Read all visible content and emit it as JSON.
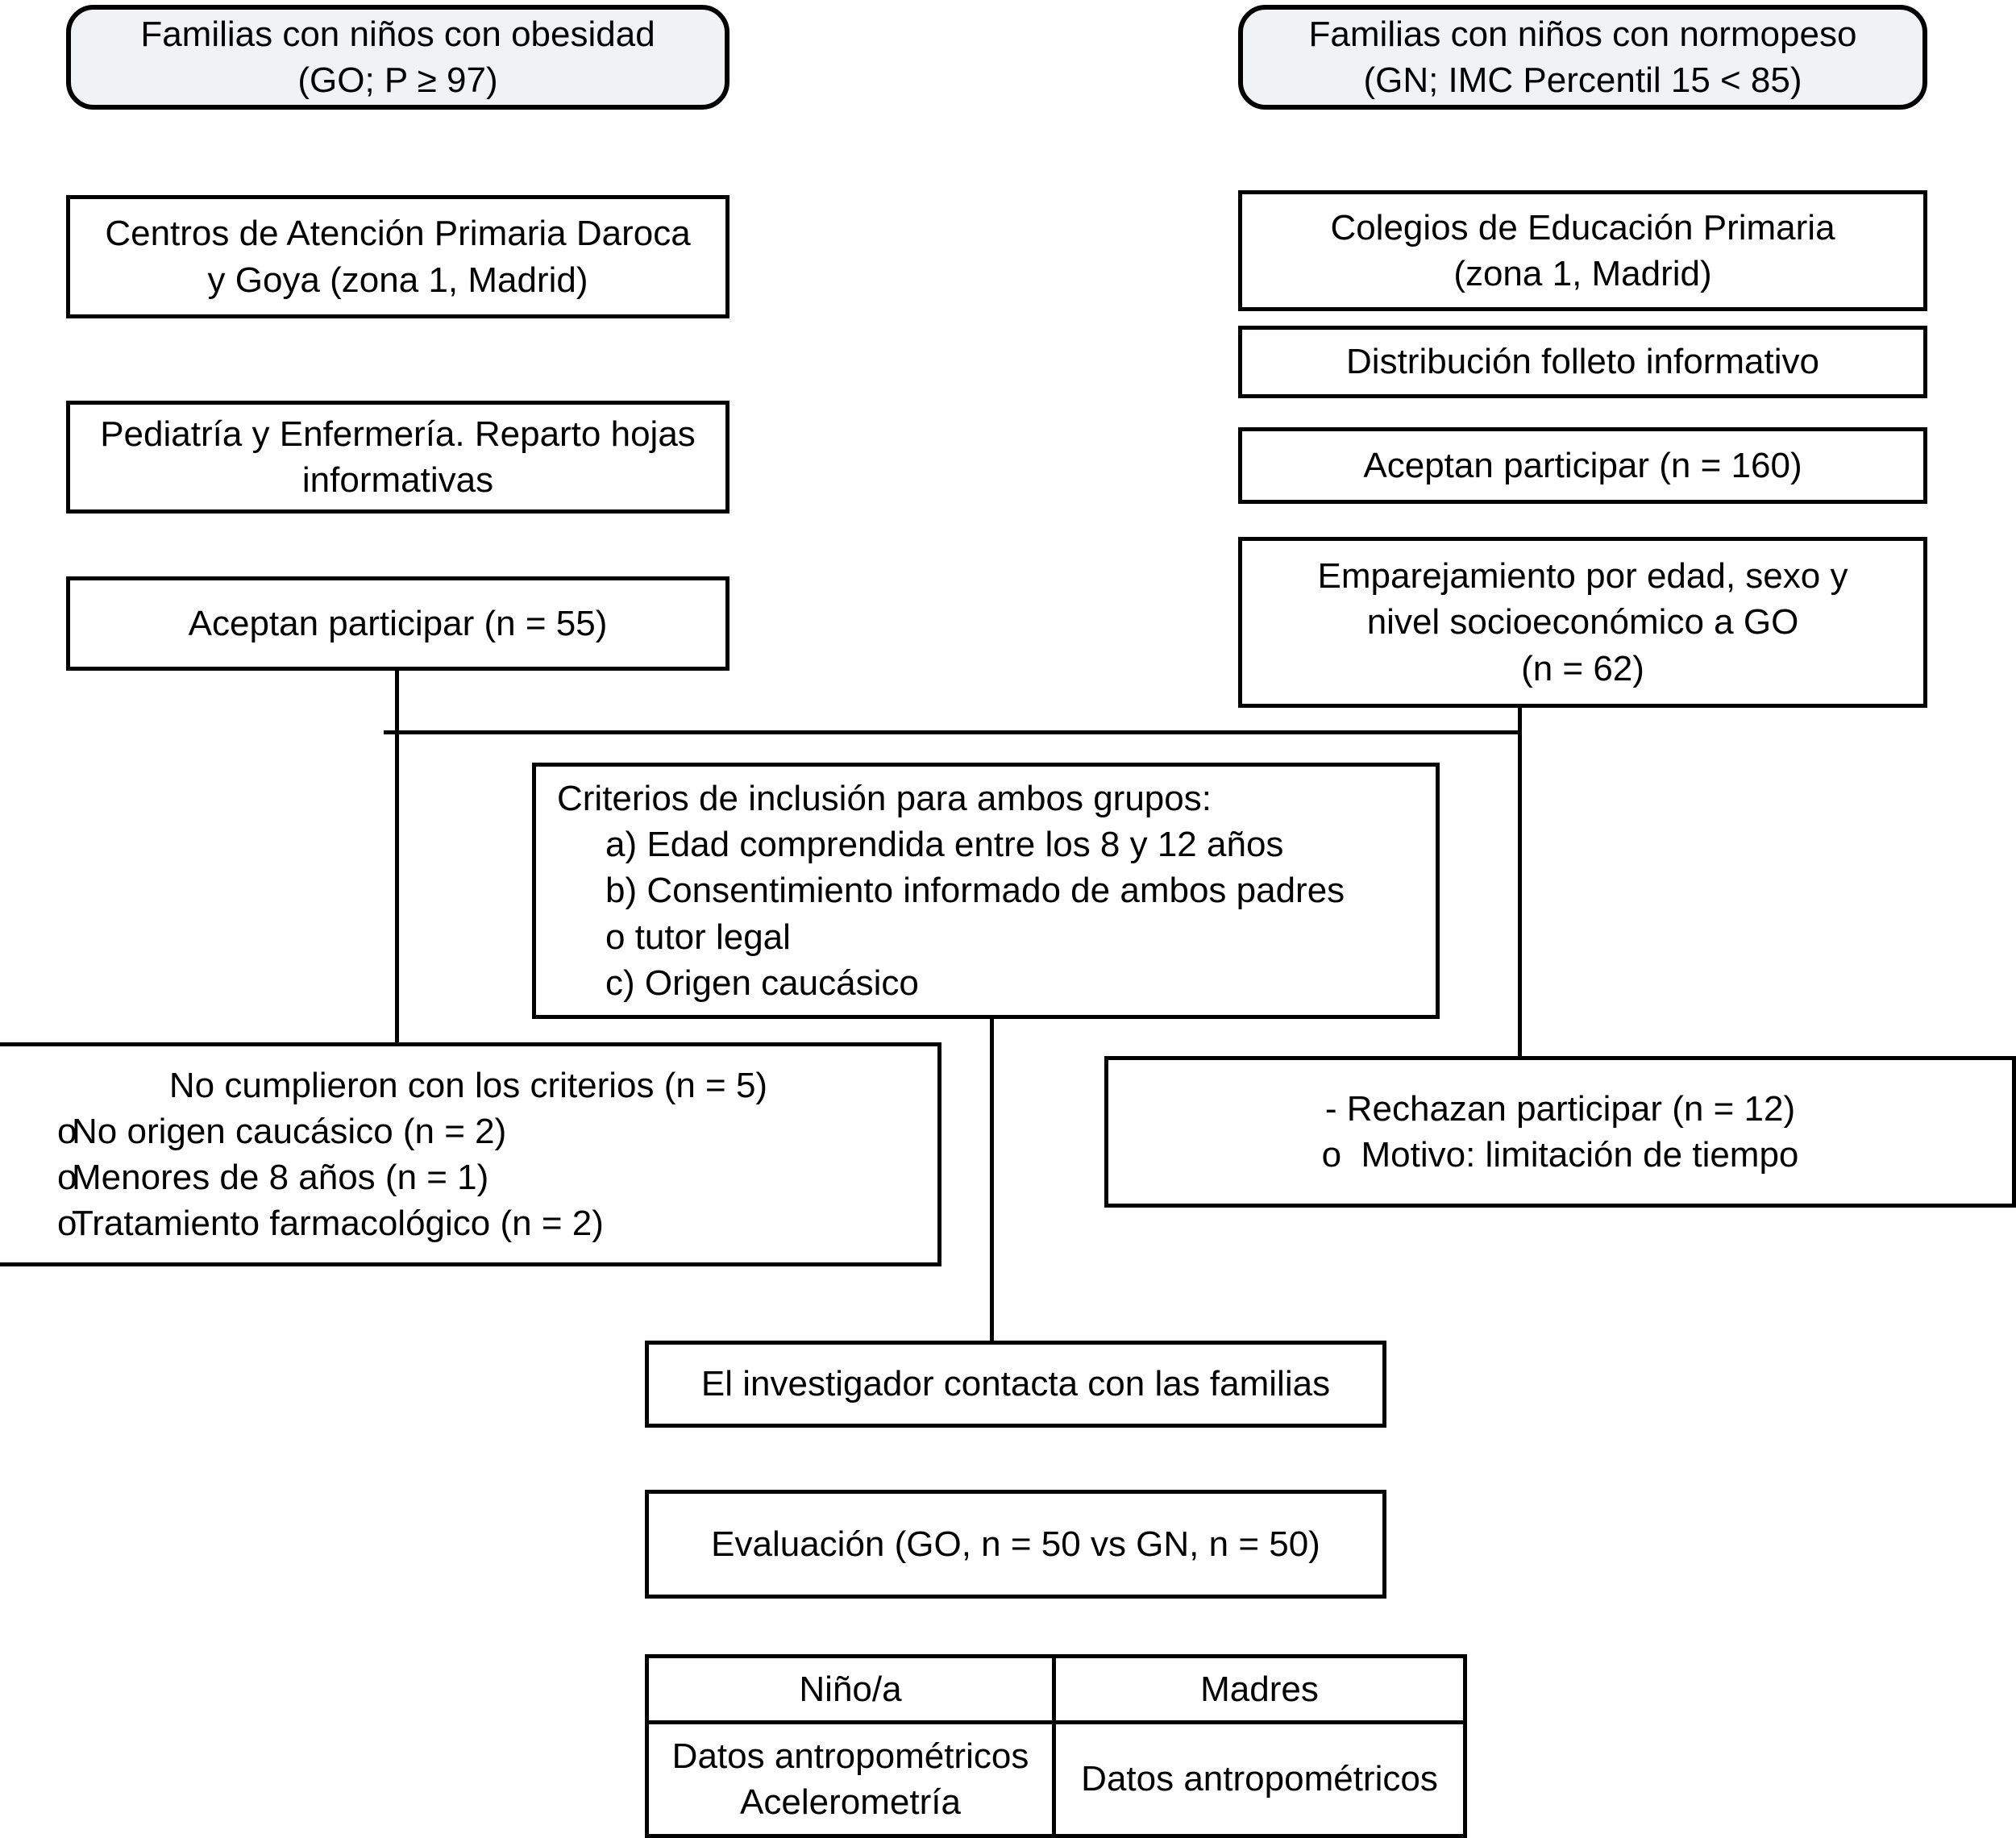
{
  "diagram": {
    "type": "flowchart",
    "title": "Diagrama de flujo de reclutamiento del estudio",
    "language": "es",
    "colors": {
      "stroke": "#000000",
      "background": "#ffffff",
      "rounded_fill": "#f1f2f4"
    },
    "left_branch": {
      "group_label": "GO",
      "nodes": [
        {
          "id": "go-start",
          "shape": "rounded",
          "lines": [
            "Familias con niños con obesidad",
            "(GO; P ≥ 97)"
          ]
        },
        {
          "id": "go-centros",
          "shape": "rect",
          "lines": [
            "Centros de Atención Primaria Daroca",
            "y Goya (zona 1, Madrid)"
          ]
        },
        {
          "id": "go-pediatria",
          "shape": "rect",
          "lines": [
            "Pediatría y Enfermería. Reparto hojas",
            "informativas"
          ]
        },
        {
          "id": "go-aceptan",
          "shape": "rect",
          "lines": [
            "Aceptan participar (n = 55)"
          ]
        }
      ]
    },
    "right_branch": {
      "group_label": "GN",
      "nodes": [
        {
          "id": "gn-start",
          "shape": "rounded",
          "lines": [
            "Familias con niños con normopeso",
            "(GN; IMC Percentil 15 < 85)"
          ]
        },
        {
          "id": "gn-colegios",
          "shape": "rect",
          "lines": [
            "Colegios de Educación Primaria",
            "(zona 1, Madrid)"
          ]
        },
        {
          "id": "gn-folleto",
          "shape": "rect",
          "lines": [
            "Distribución folleto informativo"
          ]
        },
        {
          "id": "gn-aceptan",
          "shape": "rect",
          "lines": [
            "Aceptan participar (n = 160)"
          ]
        },
        {
          "id": "gn-emparejamiento",
          "shape": "rect",
          "lines": [
            "Emparejamiento por edad, sexo y",
            "nivel socioeconómico a GO",
            "(n = 62)"
          ]
        }
      ]
    },
    "criteria_box": {
      "id": "criterios",
      "heading": "Criterios de inclusión para ambos grupos:",
      "items": [
        "a) Edad comprendida entre los 8 y 12 años",
        "b) Consentimiento informado de ambos padres",
        "o tutor legal",
        "c) Origen caucásico"
      ]
    },
    "exclusion_box": {
      "id": "no-cumplieron",
      "heading": "No cumplieron con los criterios (n = 5)",
      "bullet_mark": "o",
      "items": [
        "No origen caucásico (n = 2)",
        "Menores de 8 años (n = 1)",
        "Tratamiento farmacológico (n = 2)"
      ]
    },
    "refusal_box": {
      "id": "rechazan",
      "lines": [
        "- Rechazan participar (n = 12)",
        "o  Motivo: limitación de tiempo"
      ]
    },
    "contact_box": {
      "id": "contacto",
      "lines": [
        "El investigador contacta con las familias"
      ]
    },
    "evaluation_box": {
      "id": "evaluacion",
      "lines": [
        "Evaluación (GO, n = 50 vs GN, n = 50)"
      ]
    },
    "measures_table": {
      "id": "medidas",
      "headers": [
        "Niño/a",
        "Madres"
      ],
      "cells": [
        [
          "Datos antropométricos",
          "Acelerometría"
        ],
        [
          "Datos antropométricos"
        ]
      ]
    }
  }
}
